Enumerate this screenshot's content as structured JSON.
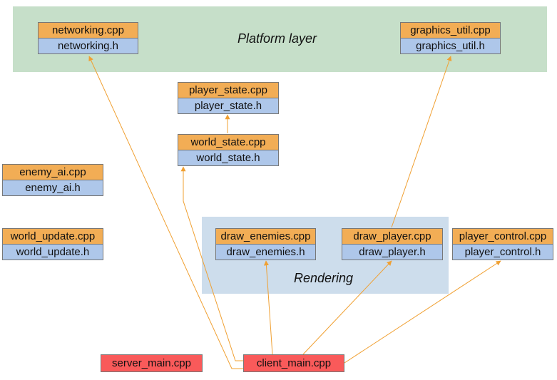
{
  "colors": {
    "cpp_fill": "#f2ad55",
    "header_fill": "#aec7ea",
    "main_fill": "#f95a5a",
    "platform_group_fill": "#c6dfc9",
    "rendering_group_fill": "#cdddec",
    "edge": "#f0a032"
  },
  "groups": {
    "platform": {
      "label": "Platform layer"
    },
    "rendering": {
      "label": "Rendering"
    }
  },
  "nodes": {
    "networking": {
      "cpp": "networking.cpp",
      "h": "networking.h"
    },
    "graphics_util": {
      "cpp": "graphics_util.cpp",
      "h": "graphics_util.h"
    },
    "player_state": {
      "cpp": "player_state.cpp",
      "h": "player_state.h"
    },
    "world_state": {
      "cpp": "world_state.cpp",
      "h": "world_state.h"
    },
    "enemy_ai": {
      "cpp": "enemy_ai.cpp",
      "h": "enemy_ai.h"
    },
    "world_update": {
      "cpp": "world_update.cpp",
      "h": "world_update.h"
    },
    "draw_enemies": {
      "cpp": "draw_enemies.cpp",
      "h": "draw_enemies.h"
    },
    "draw_player": {
      "cpp": "draw_player.cpp",
      "h": "draw_player.h"
    },
    "player_control": {
      "cpp": "player_control.cpp",
      "h": "player_control.h"
    },
    "server_main": {
      "cpp": "server_main.cpp"
    },
    "client_main": {
      "cpp": "client_main.cpp"
    }
  },
  "edges": [
    {
      "from": "client_main",
      "to": "networking"
    },
    {
      "from": "client_main",
      "to": "world_state"
    },
    {
      "from": "client_main",
      "to": "draw_enemies"
    },
    {
      "from": "client_main",
      "to": "draw_player"
    },
    {
      "from": "client_main",
      "to": "player_control"
    },
    {
      "from": "draw_player",
      "to": "graphics_util"
    },
    {
      "from": "world_state",
      "to": "player_state"
    }
  ]
}
